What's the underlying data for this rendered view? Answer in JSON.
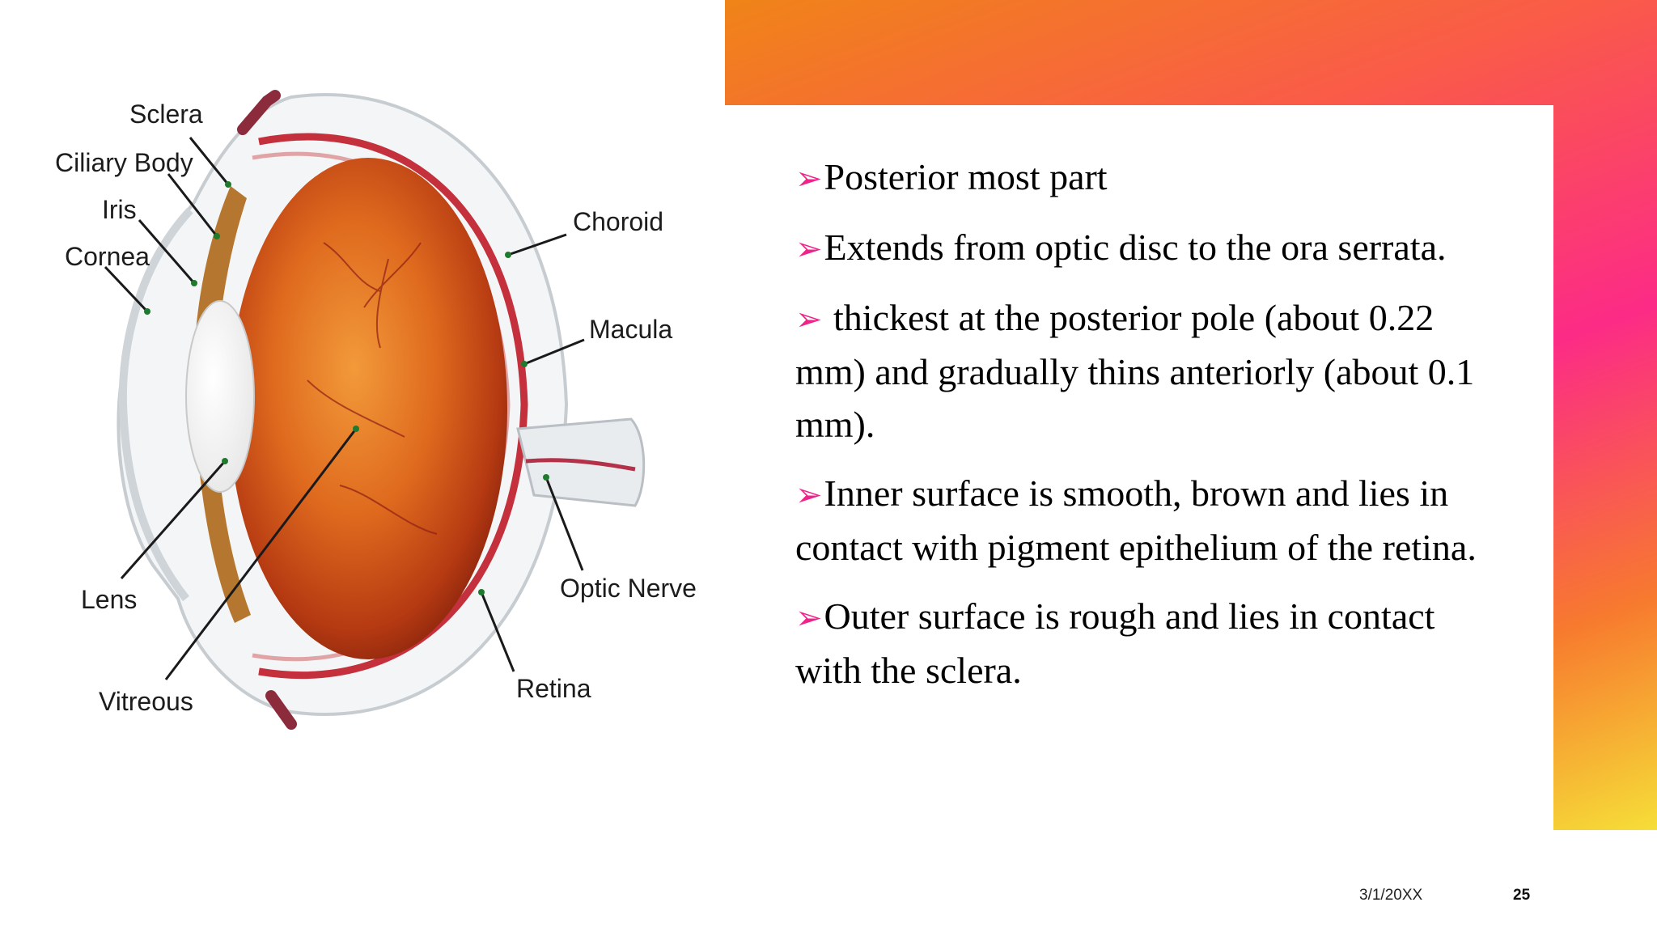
{
  "diagram": {
    "labels": {
      "sclera": "Sclera",
      "ciliary_body": "Ciliary Body",
      "iris": "Iris",
      "cornea": "Cornea",
      "lens": "Lens",
      "vitreous": "Vitreous",
      "choroid": "Choroid",
      "macula": "Macula",
      "optic_nerve": "Optic Nerve",
      "retina": "Retina"
    }
  },
  "content": {
    "bullet_icon": "arrow-bullet-icon",
    "bullets": [
      "Posterior most part",
      "Extends from optic disc to the ora serrata.",
      " thickest at the posterior pole (about 0.22 mm) and gradually thins anteriorly (about 0.1 mm).",
      "Inner surface is smooth, brown and lies in contact with pigment epithelium of the retina.",
      "Outer surface is rough and lies in contact with the sclera."
    ]
  },
  "footer": {
    "date": "3/1/20XX",
    "page": "25"
  },
  "colors": {
    "accent_pink": "#fc2b86",
    "accent_orange": "#f08418",
    "accent_yellow": "#f6de38",
    "bullet": "#f0238a"
  }
}
